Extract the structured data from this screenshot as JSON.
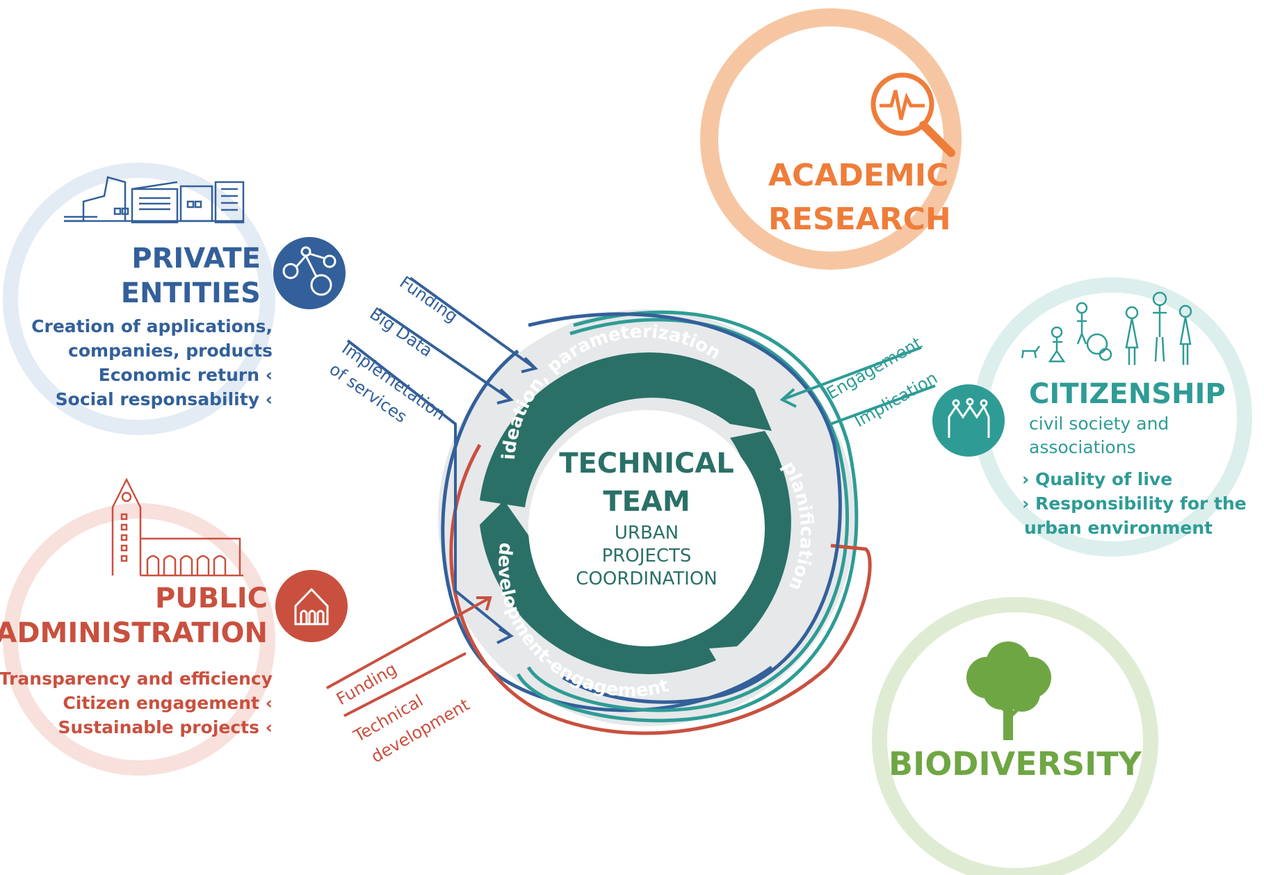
{
  "colors": {
    "private": "#33609a",
    "private_light": "#dfe8f2",
    "public": "#c9503f",
    "public_light": "#f6dcd8",
    "citizen": "#2e9c95",
    "citizen_light": "#d8eeec",
    "academic": "#ef7d3a",
    "academic_light": "#f7c7a4",
    "bio": "#6fa644",
    "bio_light": "#dcebd0",
    "core": "#2a7067",
    "core_bg": "#e6e8ea",
    "core_text": "#2a7067"
  },
  "core": {
    "title_line1": "TECHNICAL",
    "title_line2": "TEAM",
    "subtitle_line1": "URBAN",
    "subtitle_line2": "PROJECTS",
    "subtitle_line3": "COORDINATION",
    "stage_ideation": "ideation, parameterization",
    "stage_planification": "planification",
    "stage_development": "development-engagement"
  },
  "private": {
    "title_line1": "PRIVATE",
    "title_line2": "ENTITIES",
    "items": [
      "Creation of applications,",
      "companies, products",
      "Economic return ‹",
      "Social responsability ‹"
    ],
    "icon": "network-gears-icon",
    "illustration": "buildings-icon"
  },
  "public": {
    "title_line1": "PUBLIC",
    "title_line2": "ADMINISTRATION",
    "items": [
      "Transparency and efficiency",
      "Citizen engagement ‹",
      "Sustainable projects ‹"
    ],
    "icon": "town-hall-icon",
    "illustration": "church-tower-icon"
  },
  "citizenship": {
    "title": "CITIZENSHIP",
    "subtitle_line1": "civil society and",
    "subtitle_line2": "associations",
    "items": [
      "› Quality of live",
      "› Responsibility for the",
      "urban environment"
    ],
    "icon": "community-hands-icon",
    "illustration": "family-people-icon"
  },
  "academic": {
    "title_line1": "ACADEMIC",
    "title_line2": "RESEARCH",
    "icon": "magnifier-pulse-icon"
  },
  "biodiversity": {
    "title": "BIODIVERSITY",
    "icon": "tree-icon"
  },
  "flows": {
    "private_funding": "Funding",
    "private_bigdata": "Big Data",
    "private_impl_line1": "Implemetation",
    "private_impl_line2": "of services",
    "citizen_engagement": "Engagement",
    "citizen_implication": "Implication",
    "public_funding": "Funding",
    "public_tech_line1": "Technical",
    "public_tech_line2": "development"
  }
}
